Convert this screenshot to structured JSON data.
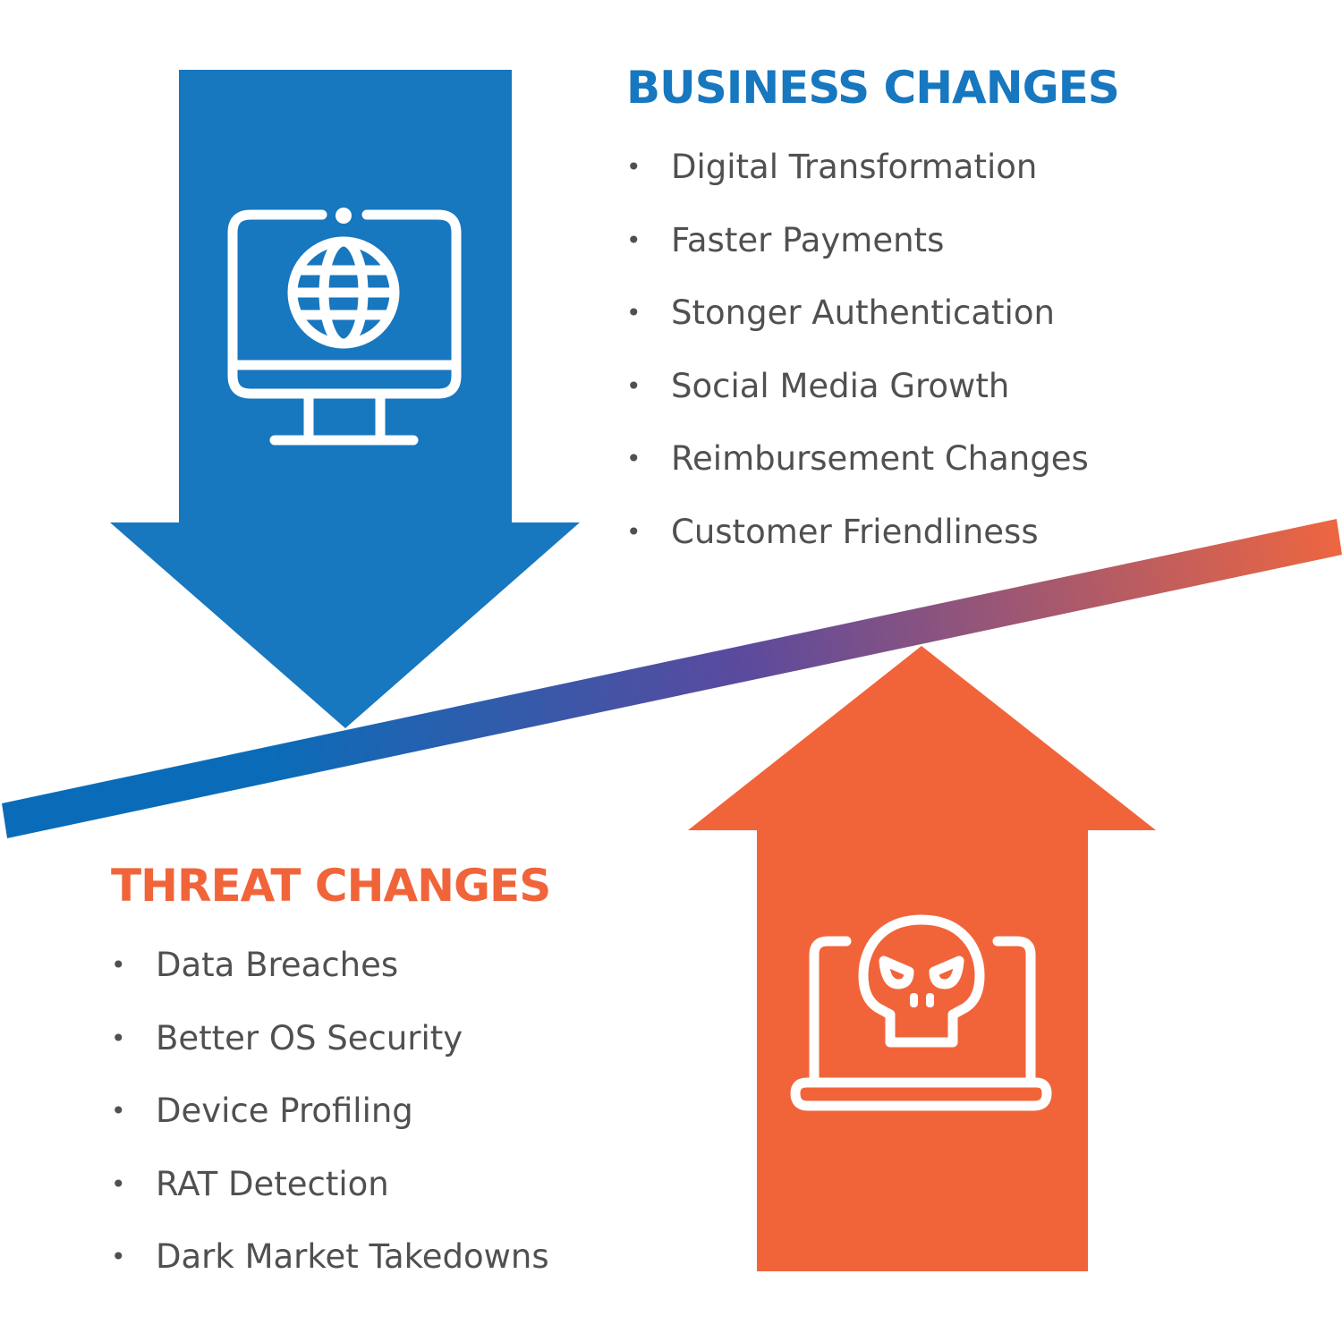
{
  "business": {
    "heading": "BUSINESS CHANGES",
    "items": [
      "Digital Transformation",
      "Faster Payments",
      "Stonger Authentication",
      "Social Media Growth",
      "Reimbursement Changes",
      "Customer Friendliness"
    ]
  },
  "threat": {
    "heading": "THREAT CHANGES",
    "items": [
      "Data Breaches",
      "Better OS Security",
      "Device Profiling",
      "RAT Detection",
      "Dark Market Takedowns"
    ]
  },
  "icons": {
    "down_arrow": "monitor-globe-icon",
    "up_arrow": "laptop-skull-icon"
  },
  "colors": {
    "blue": "#1777BF",
    "orange": "#F1643A",
    "beam_start": "#0A6CB8",
    "beam_mid": "#5A4A9E",
    "beam_end": "#EE6640",
    "text": "#505050"
  },
  "bullet": "•"
}
